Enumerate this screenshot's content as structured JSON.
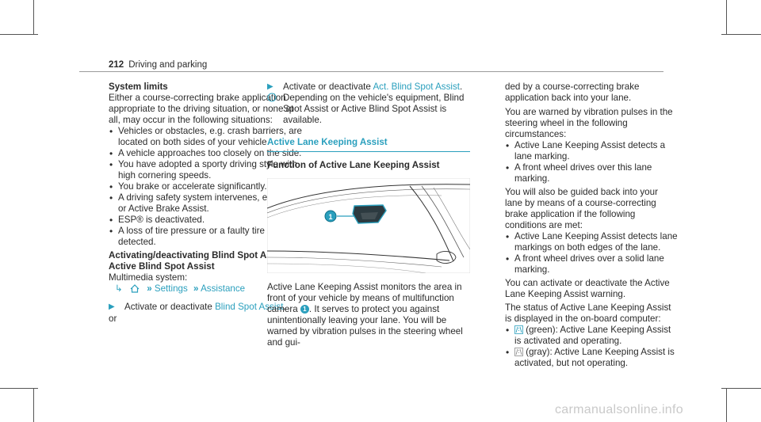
{
  "header": {
    "page_number": "212",
    "section": "Driving and parking"
  },
  "col1": {
    "title": "System limits",
    "intro": "Either a course-correcting brake application appropriate to the driving situation, or none at all, may occur in the following situations:",
    "bullets": [
      "Vehicles or obstacles, e.g. crash barriers, are located on both sides of your vehicle.",
      "A vehicle approaches too closely on the side.",
      "You have adopted a sporty driving style with high cornering speeds.",
      "You brake or accelerate significantly.",
      "A driving safety system intervenes, e.g. ESP® or Active Brake Assist.",
      "ESP® is deactivated.",
      "A loss of tire pressure or a faulty tire is detected."
    ],
    "sub_title": "Activating/deactivating Blind Spot Assist or Active Blind Spot Assist",
    "menu_label": "Multimedia system:",
    "nav_settings": "Settings",
    "nav_assistance": "Assistance",
    "action_prefix": "Activate or deactivate",
    "action_link": "Blind Spot Assist",
    "or": "or"
  },
  "col2": {
    "action_prefix": "Activate or deactivate",
    "action_link": "Act. Blind Spot Assist",
    "info_text": "Depending on the vehicle's equipment, Blind Spot Assist or Active Blind Spot Assist is available.",
    "section_title": "Active Lane Keeping Assist",
    "function_title": "Function of Active Lane Keeping Assist",
    "figure_callout": "1",
    "desc_a": "Active Lane Keeping Assist monitors the area in front of your vehicle by means of multifunction camera",
    "desc_b": ". It serves to protect you against unintentionally leaving your lane. You will be warned by vibration pulses in the steering wheel and gui-"
  },
  "col3": {
    "cont": "ded by a course-correcting brake application back into your lane.",
    "warned": "You are warned by vibration pulses in the steering wheel in the following circumstances:",
    "warn_bullets": [
      "Active Lane Keeping Assist detects a lane marking.",
      "A front wheel drives over this lane marking."
    ],
    "guided": "You will also be guided back into your lane by means of a course-correcting brake application if the following conditions are met:",
    "guide_bullets": [
      "Active Lane Keeping Assist detects lane markings on both edges of the lane.",
      "A front wheel drives over a solid lane marking."
    ],
    "activate": "You can activate or deactivate the Active Lane Keeping Assist warning.",
    "status": "The status of Active Lane Keeping Assist is displayed in the on-board computer:",
    "status_bullets": [
      "(green): Active Lane Keeping Assist is activated and operating.",
      "(gray): Active Lane Keeping Assist is activated, but not operating."
    ],
    "icon_colors": [
      "#2a9fbd",
      "#8a8a8a"
    ]
  },
  "footer": "carmanualsonline.info"
}
